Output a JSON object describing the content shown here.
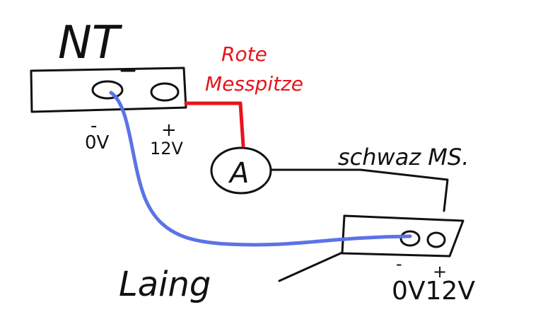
{
  "colors": {
    "ink": "#111111",
    "red_wire": "#e8141c",
    "blue_wire": "#5c73e6",
    "background": "#ffffff"
  },
  "labels": {
    "power_supply": "NT",
    "red_probe_line1": "Rote",
    "red_probe_line2": "Messpitze",
    "psu_minus": "-",
    "psu_zero_volt": "0V",
    "psu_plus": "+",
    "psu_12v": "12V",
    "ammeter": "A",
    "black_probe": "schwaz MS.",
    "pump": "Laing",
    "pump_terminals": "0V12V",
    "pump_minus": "-",
    "pump_plus": "+"
  }
}
